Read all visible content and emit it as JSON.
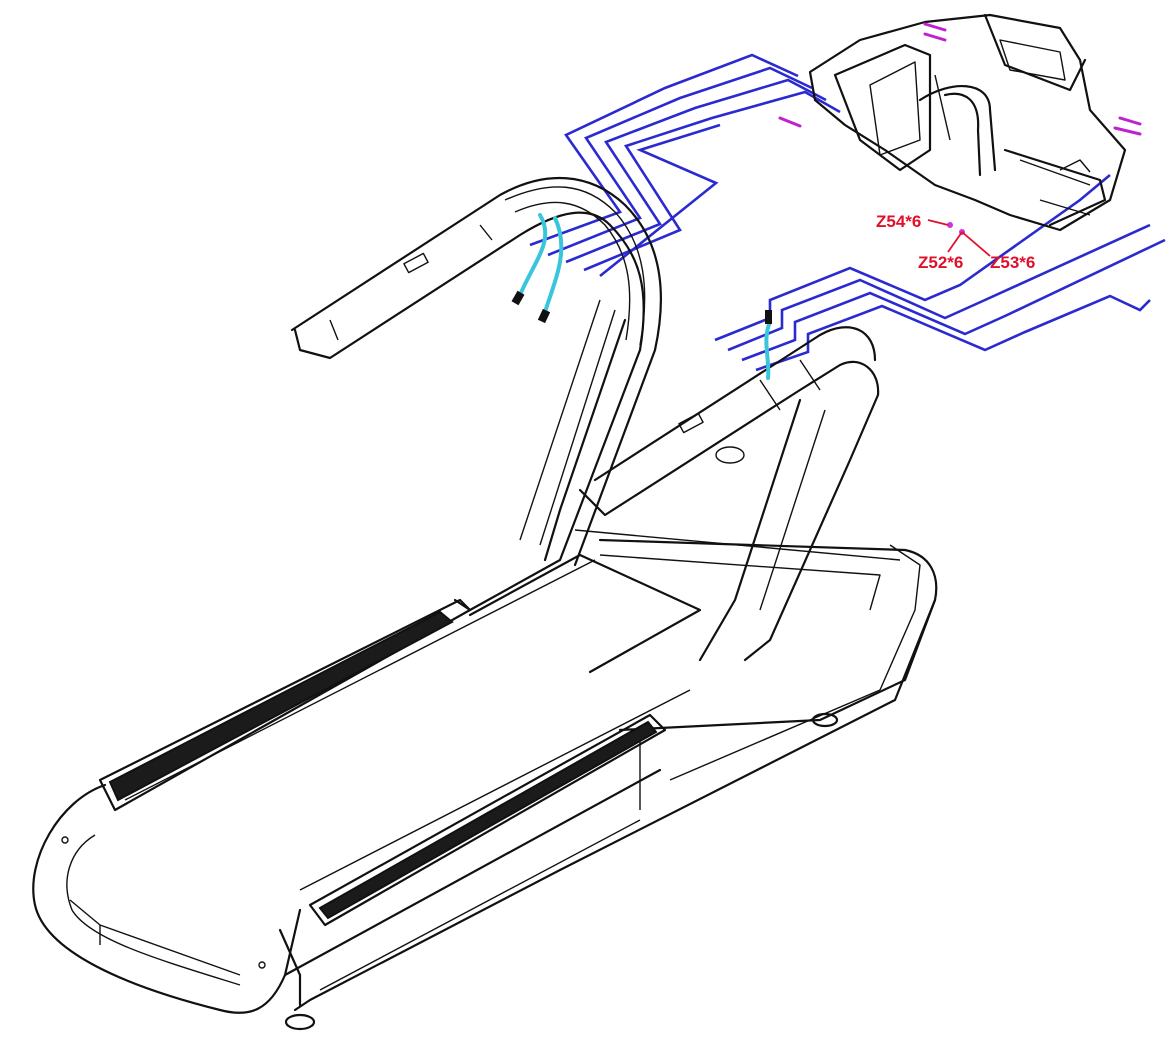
{
  "colors": {
    "line": "#111111",
    "wire": "#2a2ad0",
    "cable": "#39c6dc",
    "callout": "#e0102a",
    "connector": "#c020d0"
  },
  "callouts": {
    "label_1": "Z54*6",
    "label_2": "Z52*6",
    "label_3": "Z53*6"
  }
}
